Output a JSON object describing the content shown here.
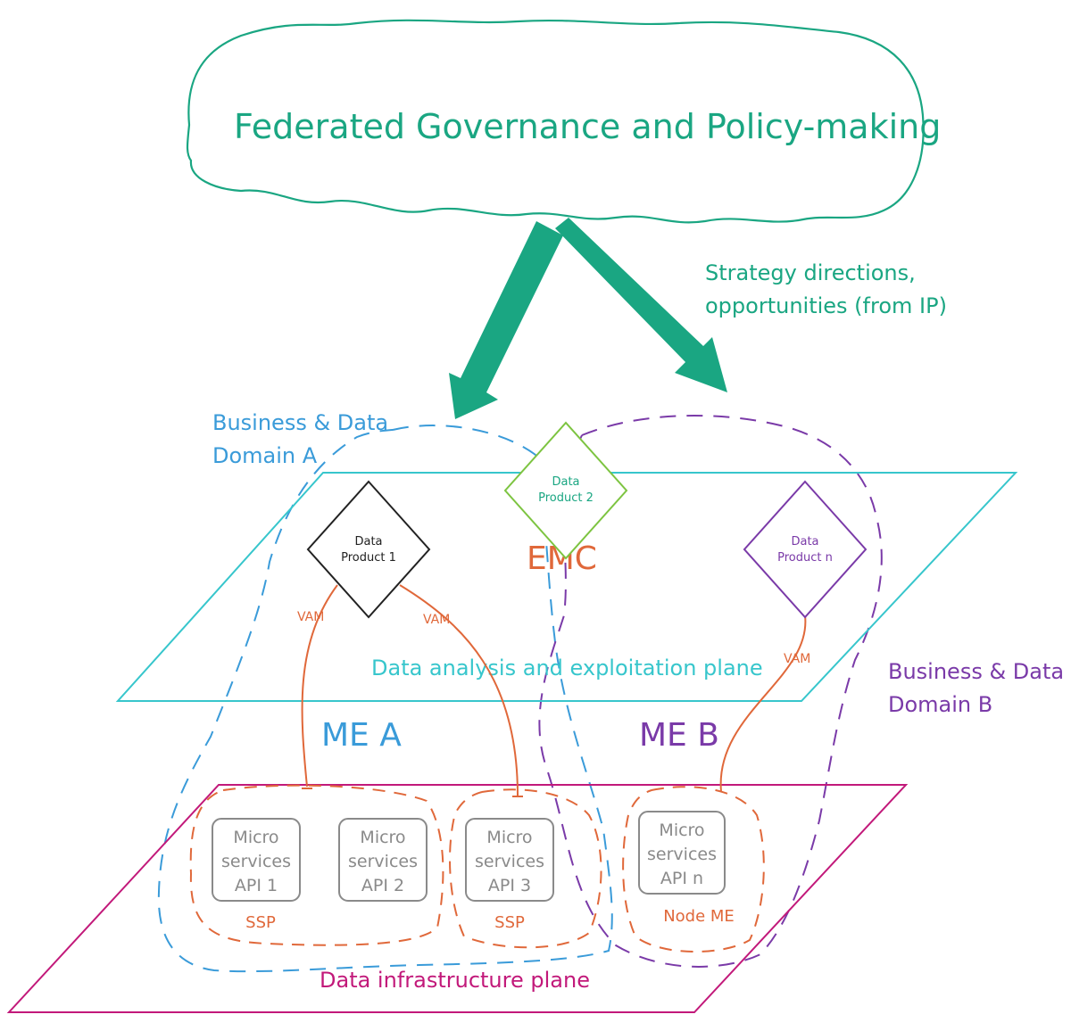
{
  "colors": {
    "governance": "#1aa682",
    "analysis_plane": "#37c6cc",
    "infra_plane": "#c2197a",
    "domain_a": "#3a9bd9",
    "domain_b": "#7a3aa8",
    "vam": "#e0683a",
    "emc": "#e0683a",
    "product2": "#7dc441",
    "microservice_box": "#8a8a8a",
    "text_dark": "#222222"
  },
  "governance": {
    "title": "Federated Governance and Policy-making"
  },
  "strategy": {
    "line1": "Strategy directions,",
    "line2": "opportunities (from IP)"
  },
  "domain_a": {
    "line1": "Business & Data",
    "line2": "Domain A"
  },
  "domain_b": {
    "line1": "Business & Data",
    "line2": "Domain B"
  },
  "emc": {
    "label": "EMC"
  },
  "analysis_plane": {
    "label": "Data analysis and exploitation plane"
  },
  "infra_plane": {
    "label": "Data infrastructure  plane"
  },
  "me_a": {
    "label": "ME A"
  },
  "me_b": {
    "label": "ME B"
  },
  "products": [
    {
      "line1": "Data",
      "line2": "Product 1"
    },
    {
      "line1": "Data",
      "line2": "Product 2"
    },
    {
      "line1": "Data",
      "line2": "Product n"
    }
  ],
  "vam_labels": [
    "VAM",
    "VAM",
    "VAM"
  ],
  "microservices": [
    {
      "line1": "Micro",
      "line2": "services",
      "line3": "API 1"
    },
    {
      "line1": "Micro",
      "line2": "services",
      "line3": "API 2"
    },
    {
      "line1": "Micro",
      "line2": "services",
      "line3": "API 3"
    },
    {
      "line1": "Micro",
      "line2": "services",
      "line3": "API n"
    }
  ],
  "groups": [
    "SSP",
    "SSP",
    "Node ME"
  ]
}
